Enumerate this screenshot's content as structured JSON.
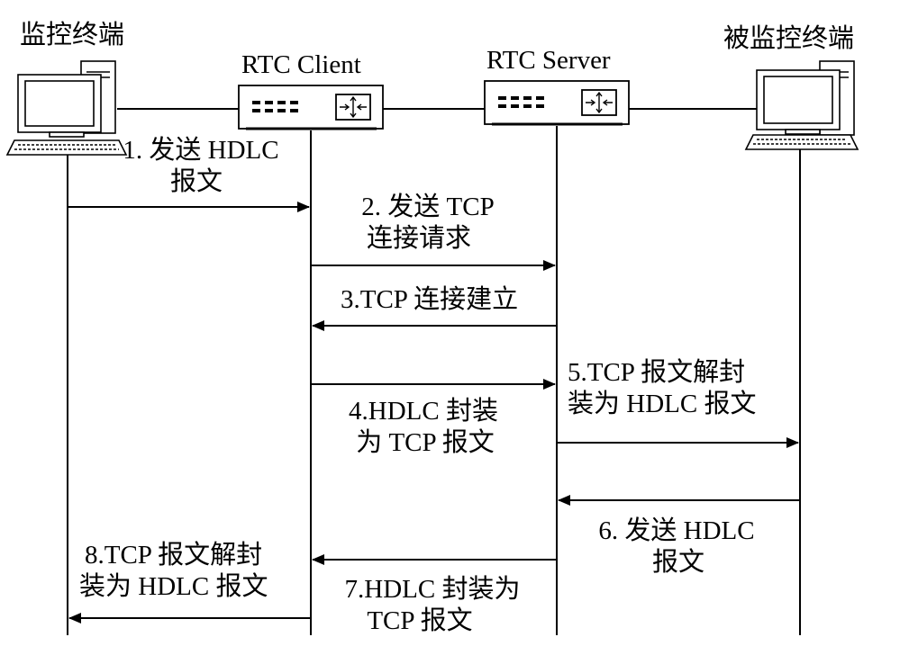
{
  "nodes": {
    "monitor_terminal": "监控终端",
    "rtc_client": "RTC Client",
    "rtc_server": "RTC Server",
    "monitored_terminal": "被监控终端"
  },
  "messages": [
    {
      "line1": "1. 发送 HDLC",
      "line2": "报文"
    },
    {
      "line1": "2. 发送 TCP",
      "line2": "连接请求"
    },
    {
      "line1": "3.TCP 连接建立",
      "line2": ""
    },
    {
      "line1": "4.HDLC 封装",
      "line2": "为 TCP 报文"
    },
    {
      "line1": "5.TCP 报文解封",
      "line2": "装为 HDLC 报文"
    },
    {
      "line1": "6. 发送 HDLC",
      "line2": "报文"
    },
    {
      "line1": "7.HDLC 封装为",
      "line2": "TCP 报文"
    },
    {
      "line1": "8.TCP 报文解封",
      "line2": "装为 HDLC 报文"
    }
  ],
  "colors": {
    "stroke": "#000000",
    "background": "#ffffff"
  }
}
